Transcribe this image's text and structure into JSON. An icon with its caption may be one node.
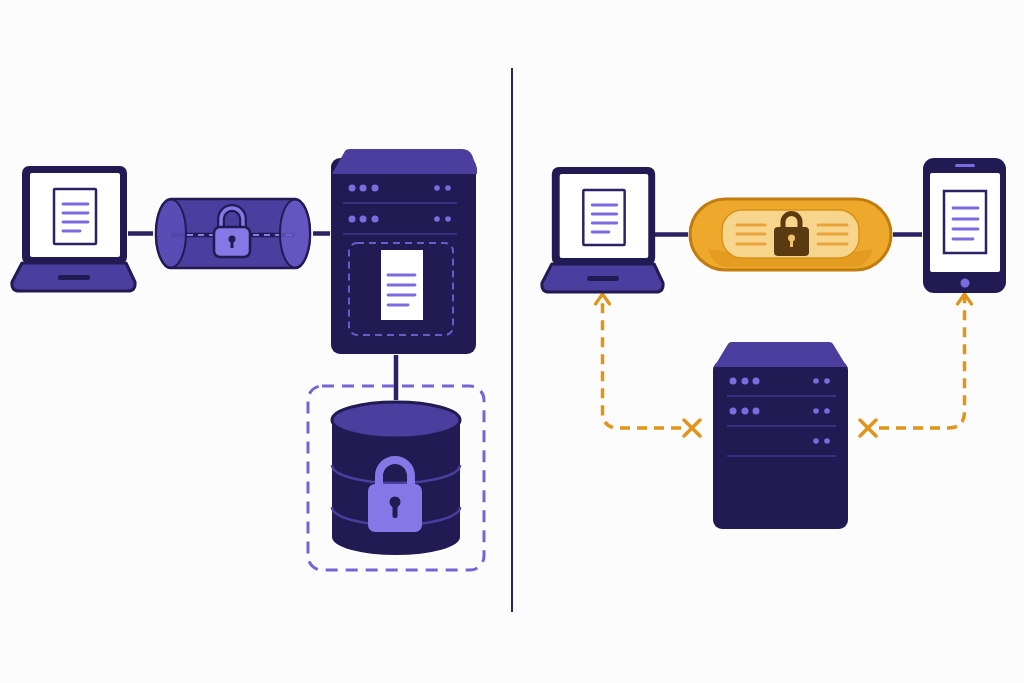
{
  "diagram": {
    "nodes": [
      {
        "text": [],
        "shape": "picture"
      },
      {
        "text": [],
        "shape": "picture"
      },
      {
        "text": [],
        "shape": "picture"
      },
      {
        "text": [],
        "shape": "box"
      },
      {
        "text": [],
        "shape": "picture",
        "in": 3
      },
      {
        "text": [],
        "shape": "picture"
      },
      {
        "text": [],
        "shape": "picture"
      },
      {
        "text": [],
        "shape": "picture"
      },
      {
        "text": [],
        "shape": "cross"
      },
      {
        "text": [],
        "shape": "picture"
      },
      {
        "text": [],
        "shape": "cross"
      }
    ],
    "edges": [
      {
        "from": 0,
        "to": 1,
        "arrow": "none"
      },
      {
        "from": 1,
        "to": 2,
        "arrow": "none"
      },
      {
        "from": 2,
        "to": 4,
        "arrow": "none"
      },
      {
        "from": 5,
        "to": 6,
        "arrow": "none"
      },
      {
        "from": 6,
        "to": 7,
        "arrow": "none"
      },
      {
        "from": 8,
        "to": 5,
        "arrow": "to",
        "style": "dashed",
        "color": "#e0951a"
      },
      {
        "from": 10,
        "to": 7,
        "arrow": "to",
        "style": "dashed",
        "color": "#e0951a"
      }
    ]
  }
}
